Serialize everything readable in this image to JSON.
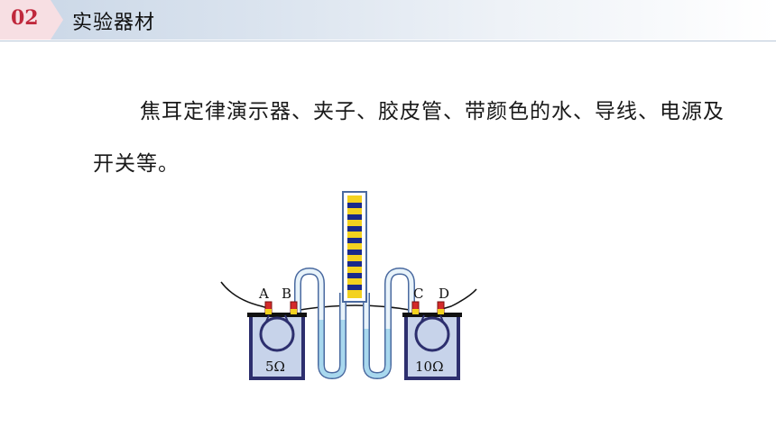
{
  "header": {
    "section_number": "02",
    "section_title": "实验器材"
  },
  "content": {
    "equipment_text": "焦耳定律演示器、夹子、胶皮管、带颜色的水、导线、电源及开关等。"
  },
  "figure": {
    "terminal_labels": [
      "A",
      "B",
      "C",
      "D"
    ],
    "left_resistor": "5Ω",
    "right_resistor": "10Ω"
  },
  "colors": {
    "accent": "#c0283c",
    "header_fill": "#c9d6e6",
    "container_fill": "#c7d3ea",
    "container_border": "#2d2f6e",
    "tube_fill": "#a8d8ee",
    "scale_yellow": "#f3d21f",
    "scale_blue": "#1a2a8a",
    "terminal_red": "#d42a2a"
  }
}
